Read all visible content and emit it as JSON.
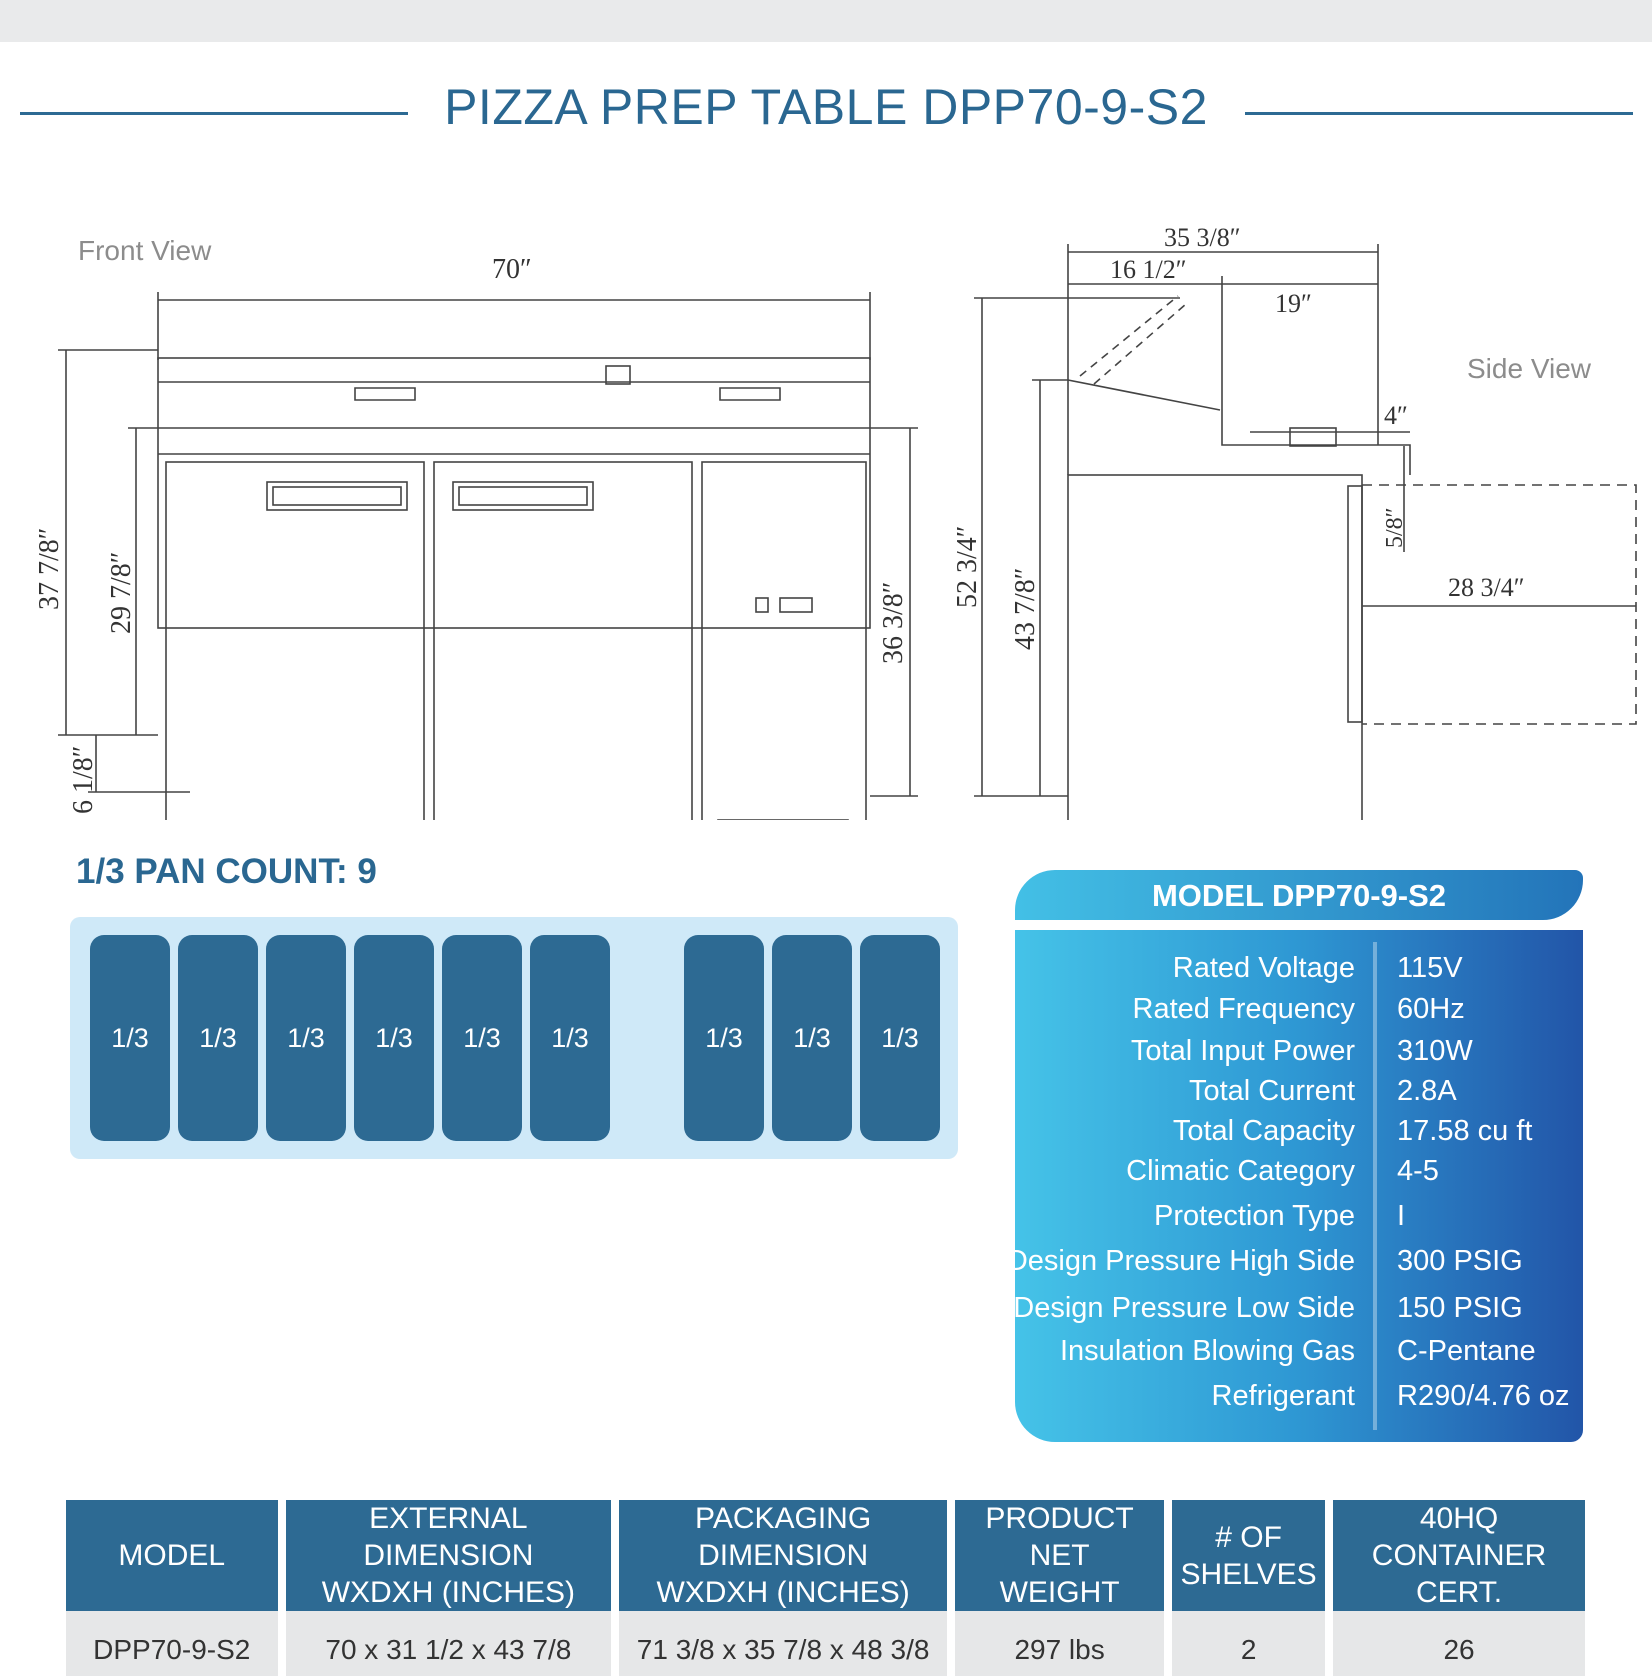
{
  "title": "PIZZA PREP TABLE DPP70-9-S2",
  "drawing": {
    "front_view_label": "Front View",
    "side_view_label": "Side View",
    "front_dims": {
      "width": "70″",
      "height_total": "37 7/8″",
      "height_body": "29 7/8″",
      "height_right": "36 3/8″",
      "caster": "6 1/8″"
    },
    "side_dims": {
      "depth_total": "35 3/8″",
      "depth_front": "16 1/2″",
      "depth_top": "19″",
      "lip": "4″",
      "gap": "5/8″",
      "door_swing": "28 3/4″",
      "height_open": "52 3/4″",
      "height_closed": "43 7/8″"
    }
  },
  "pan_count_title": "1/3 PAN COUNT: 9",
  "pans": [
    "1/3",
    "1/3",
    "1/3",
    "1/3",
    "1/3",
    "1/3",
    "1/3",
    "1/3",
    "1/3"
  ],
  "spec": {
    "header": "MODEL DPP70-9-S2",
    "rows": [
      {
        "label": "Rated  Voltage",
        "value": "115V"
      },
      {
        "label": "Rated  Frequency",
        "value": "60Hz"
      },
      {
        "label": "Total Input Power",
        "value": "310W"
      },
      {
        "label": "Total Current",
        "value": "2.8A"
      },
      {
        "label": "Total Capacity",
        "value": "17.58 cu ft"
      },
      {
        "label": "Climatic Category",
        "value": "4-5"
      },
      {
        "label": "Protection Type",
        "value": "I"
      },
      {
        "label": "Design Pressure High Side",
        "value": "300 PSIG"
      },
      {
        "label": "Design Pressure Low Side",
        "value": "150 PSIG"
      },
      {
        "label": "Insulation Blowing Gas",
        "value": "C-Pentane"
      },
      {
        "label": "Refrigerant",
        "value": "R290/4.76 oz"
      }
    ]
  },
  "table": {
    "headers": [
      {
        "l1": "MODEL",
        "l2": ""
      },
      {
        "l1": "EXTERNAL DIMENSION",
        "l2": "WXDXH (INCHES)"
      },
      {
        "l1": "PACKAGING DIMENSION",
        "l2": "WXDXH (INCHES)"
      },
      {
        "l1": "PRODUCT NET",
        "l2": "WEIGHT"
      },
      {
        "l1": "# OF",
        "l2": "SHELVES"
      },
      {
        "l1": "40HQ",
        "l2": "CONTAINER CERT."
      }
    ],
    "row": [
      "DPP70-9-S2",
      "70 x 31 1/2 x 43 7/8",
      "71 3/8 x 35 7/8 x 48 3/8",
      "297 lbs",
      "2",
      "26"
    ]
  },
  "colors": {
    "brand_blue": "#2a6791",
    "pan_bg": "#cfe9f8",
    "spec_gradient_start": "#45c3e8",
    "spec_gradient_end": "#2255a8"
  }
}
